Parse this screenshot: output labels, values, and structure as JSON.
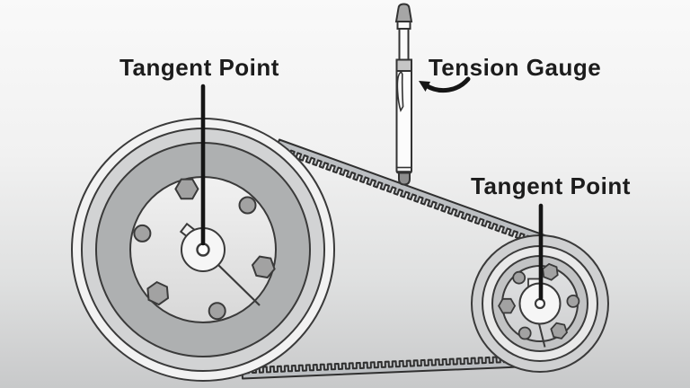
{
  "diagram": {
    "type": "belt-drive-tension-illustration",
    "labels": {
      "large_pulley_tangent": "Tangent Point",
      "tension_gauge": "Tension Gauge",
      "small_pulley_tangent": "Tangent Point"
    },
    "colors": {
      "ink": "#1c1c1c",
      "outline": "#3a3a3a",
      "background_top": "#f9f9f9",
      "background_bottom": "#c8c9ca",
      "belt": "#bcbfc2",
      "pulley_ring_light": "#f2f2f2",
      "pulley_ring_mid": "#d2d3d4",
      "pulley_ring_dark": "#aeb0b1",
      "pulley_face_light": "#f0f0f0",
      "small_pulley_face": "#d9dadb",
      "hub": "#f6f6f6",
      "bolt_metal": "#a2a2a2",
      "gauge_cap": "#a6a6a6",
      "gauge_tip": "#8e8e8e"
    }
  }
}
